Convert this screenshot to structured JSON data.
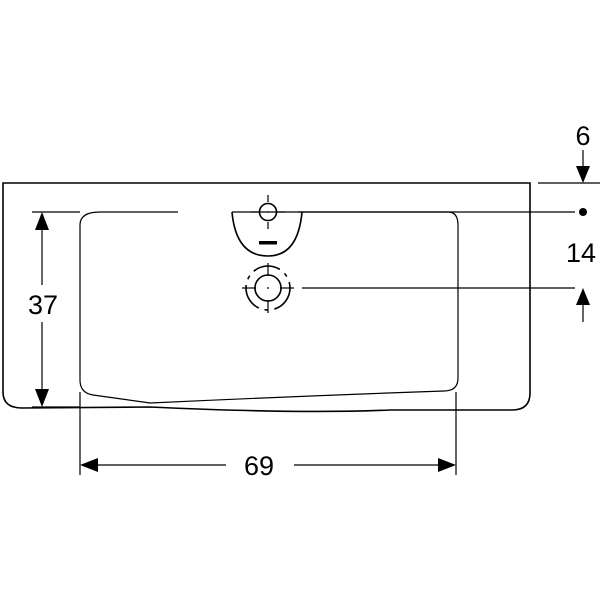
{
  "drawing": {
    "subject": "washbasin-top-view",
    "line_color": "#000000",
    "background": "#ffffff"
  },
  "dimensions": {
    "overall_depth": "37",
    "bowl_width": "69",
    "rim_offset": "6",
    "tap_to_drain": "14"
  }
}
